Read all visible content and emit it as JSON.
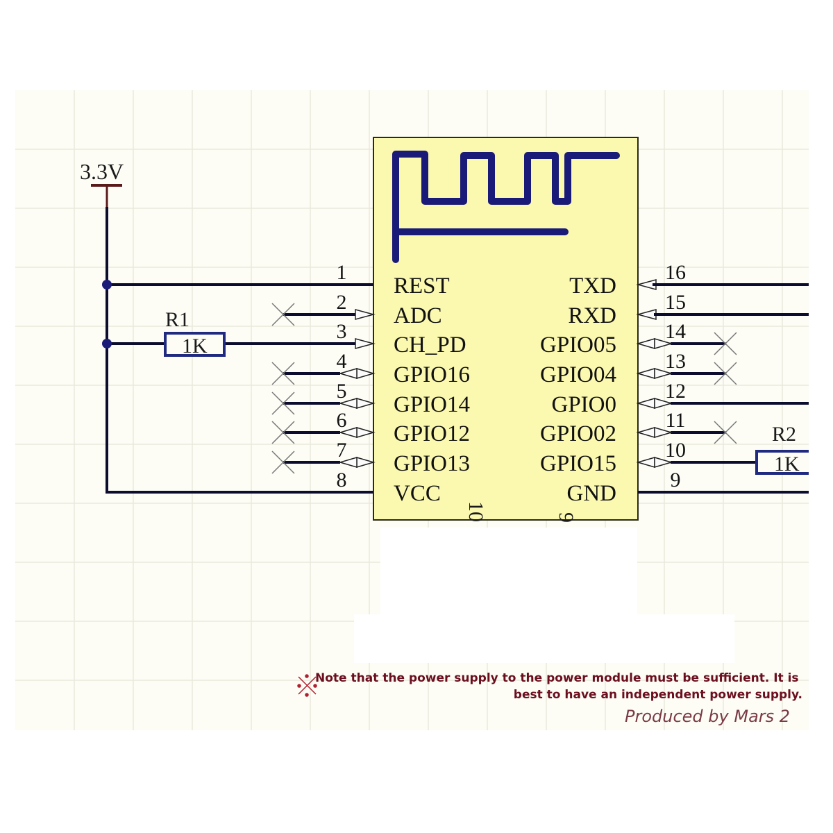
{
  "schematic": {
    "power_label": "3.3V",
    "module": {
      "left_pins": [
        {
          "num": "1",
          "name": "REST",
          "type": "passive",
          "connected": true
        },
        {
          "num": "2",
          "name": "ADC",
          "type": "input",
          "connected": false
        },
        {
          "num": "3",
          "name": "CH_PD",
          "type": "input",
          "connected": true
        },
        {
          "num": "4",
          "name": "GPIO16",
          "type": "bidirectional",
          "connected": false
        },
        {
          "num": "5",
          "name": "GPIO14",
          "type": "bidirectional",
          "connected": false
        },
        {
          "num": "6",
          "name": "GPIO12",
          "type": "bidirectional",
          "connected": false
        },
        {
          "num": "7",
          "name": "GPIO13",
          "type": "bidirectional",
          "connected": false
        },
        {
          "num": "8",
          "name": "VCC",
          "type": "power",
          "connected": true
        }
      ],
      "right_pins": [
        {
          "num": "16",
          "name": "TXD",
          "type": "output",
          "connected": true
        },
        {
          "num": "15",
          "name": "RXD",
          "type": "input",
          "connected": true
        },
        {
          "num": "14",
          "name": "GPIO05",
          "type": "bidirectional",
          "connected": false
        },
        {
          "num": "13",
          "name": "GPIO04",
          "type": "bidirectional",
          "connected": false
        },
        {
          "num": "12",
          "name": "GPIO0",
          "type": "bidirectional",
          "connected": true
        },
        {
          "num": "11",
          "name": "GPIO02",
          "type": "bidirectional",
          "connected": false
        },
        {
          "num": "10",
          "name": "GPIO15",
          "type": "bidirectional",
          "connected": true
        },
        {
          "num": "9",
          "name": "GND",
          "type": "power",
          "connected": true
        }
      ],
      "bottom_labels": [
        "10",
        "9"
      ]
    },
    "resistors": [
      {
        "ref": "R1",
        "value": "1K"
      },
      {
        "ref": "R2",
        "value": "1K"
      }
    ]
  },
  "footer": {
    "note_line1": "Note that the power supply to the power module must be sufficient. It is",
    "note_line2": "best to have an independent power supply.",
    "credit": "Produced by Mars  2"
  },
  "colors": {
    "module_fill": "#fbf8b0",
    "wire": "#0c0c2e",
    "antenna": "#1a1a78",
    "resistor": "#1f2a80",
    "power_symbol": "#5a1a1a",
    "note": "#6b0f1f",
    "grid_bg": "#fdfdf6"
  }
}
